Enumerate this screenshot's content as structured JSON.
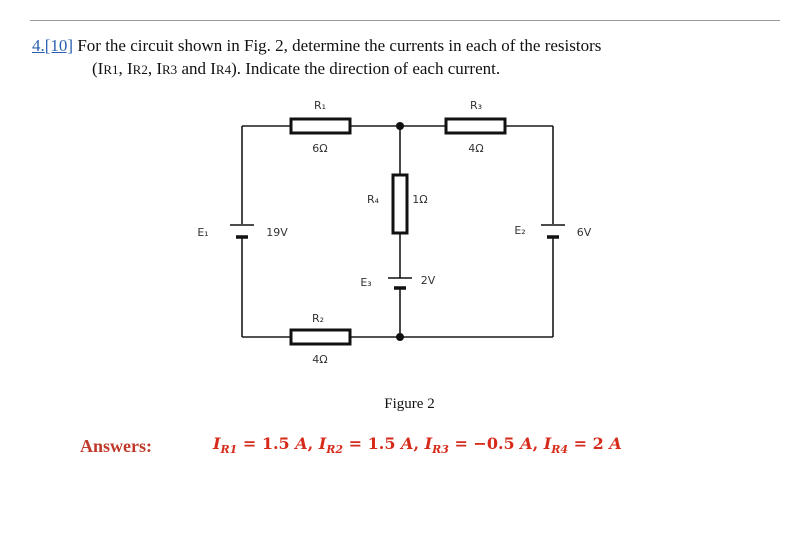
{
  "question": {
    "number": "4.",
    "points": "[10]",
    "line1_rest": "For the circuit shown in Fig. 2, determine the currents in each of the resistors",
    "line2": {
      "open": "(I",
      "r1": "R1",
      "sep1": ", I",
      "r2": "R2",
      "sep2": ", I",
      "r3": "R3",
      "sep3": " and I",
      "r4": "R4",
      "close": "). Indicate the direction of each current."
    }
  },
  "circuit": {
    "r1_name": "R₁",
    "r1_value": "6Ω",
    "r2_name": "R₂",
    "r2_value": "4Ω",
    "r3_name": "R₃",
    "r3_value": "4Ω",
    "r4_name": "R₄",
    "r4_value": "1Ω",
    "e1_name": "E₁",
    "e1_value": "19V",
    "e2_name": "E₂",
    "e2_value": "6V",
    "e3_name": "E₃",
    "e3_value": "2V"
  },
  "figure_caption": "Figure 2",
  "answers": {
    "label": "Answers:",
    "items": [
      {
        "var": "I",
        "sub": "R1",
        "eq": " = 1.5 ",
        "unit": "A",
        "sep": ",  "
      },
      {
        "var": "I",
        "sub": "R2",
        "eq": " = 1.5 ",
        "unit": "A",
        "sep": ",  "
      },
      {
        "var": "I",
        "sub": "R3",
        "eq": " = −0.5 ",
        "unit": "A",
        "sep": ",  "
      },
      {
        "var": "I",
        "sub": "R4",
        "eq": " = 2 ",
        "unit": "A",
        "sep": ""
      }
    ]
  }
}
